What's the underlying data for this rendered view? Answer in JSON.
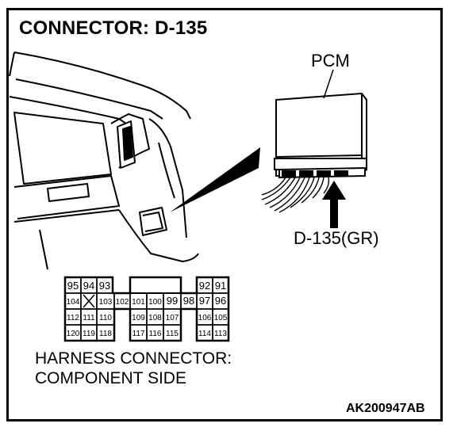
{
  "title": "CONNECTOR: D-135",
  "pcm_label": "PCM",
  "connector_label": "D-135(GR)",
  "harness_label_line1": "HARNESS CONNECTOR:",
  "harness_label_line2": "COMPONENT SIDE",
  "figure_code": "AK200947AB",
  "pins": {
    "top_left": [
      "95",
      "94",
      "93"
    ],
    "top_right": [
      "92",
      "91"
    ],
    "row1": [
      "104",
      "X",
      "103",
      "102",
      "101",
      "100",
      "99",
      "98",
      "97",
      "96"
    ],
    "row2": [
      "112",
      "111",
      "110",
      "109",
      "108",
      "107",
      "106",
      "105"
    ],
    "row3": [
      "120",
      "119",
      "118",
      "117",
      "116",
      "115",
      "114",
      "113"
    ]
  }
}
